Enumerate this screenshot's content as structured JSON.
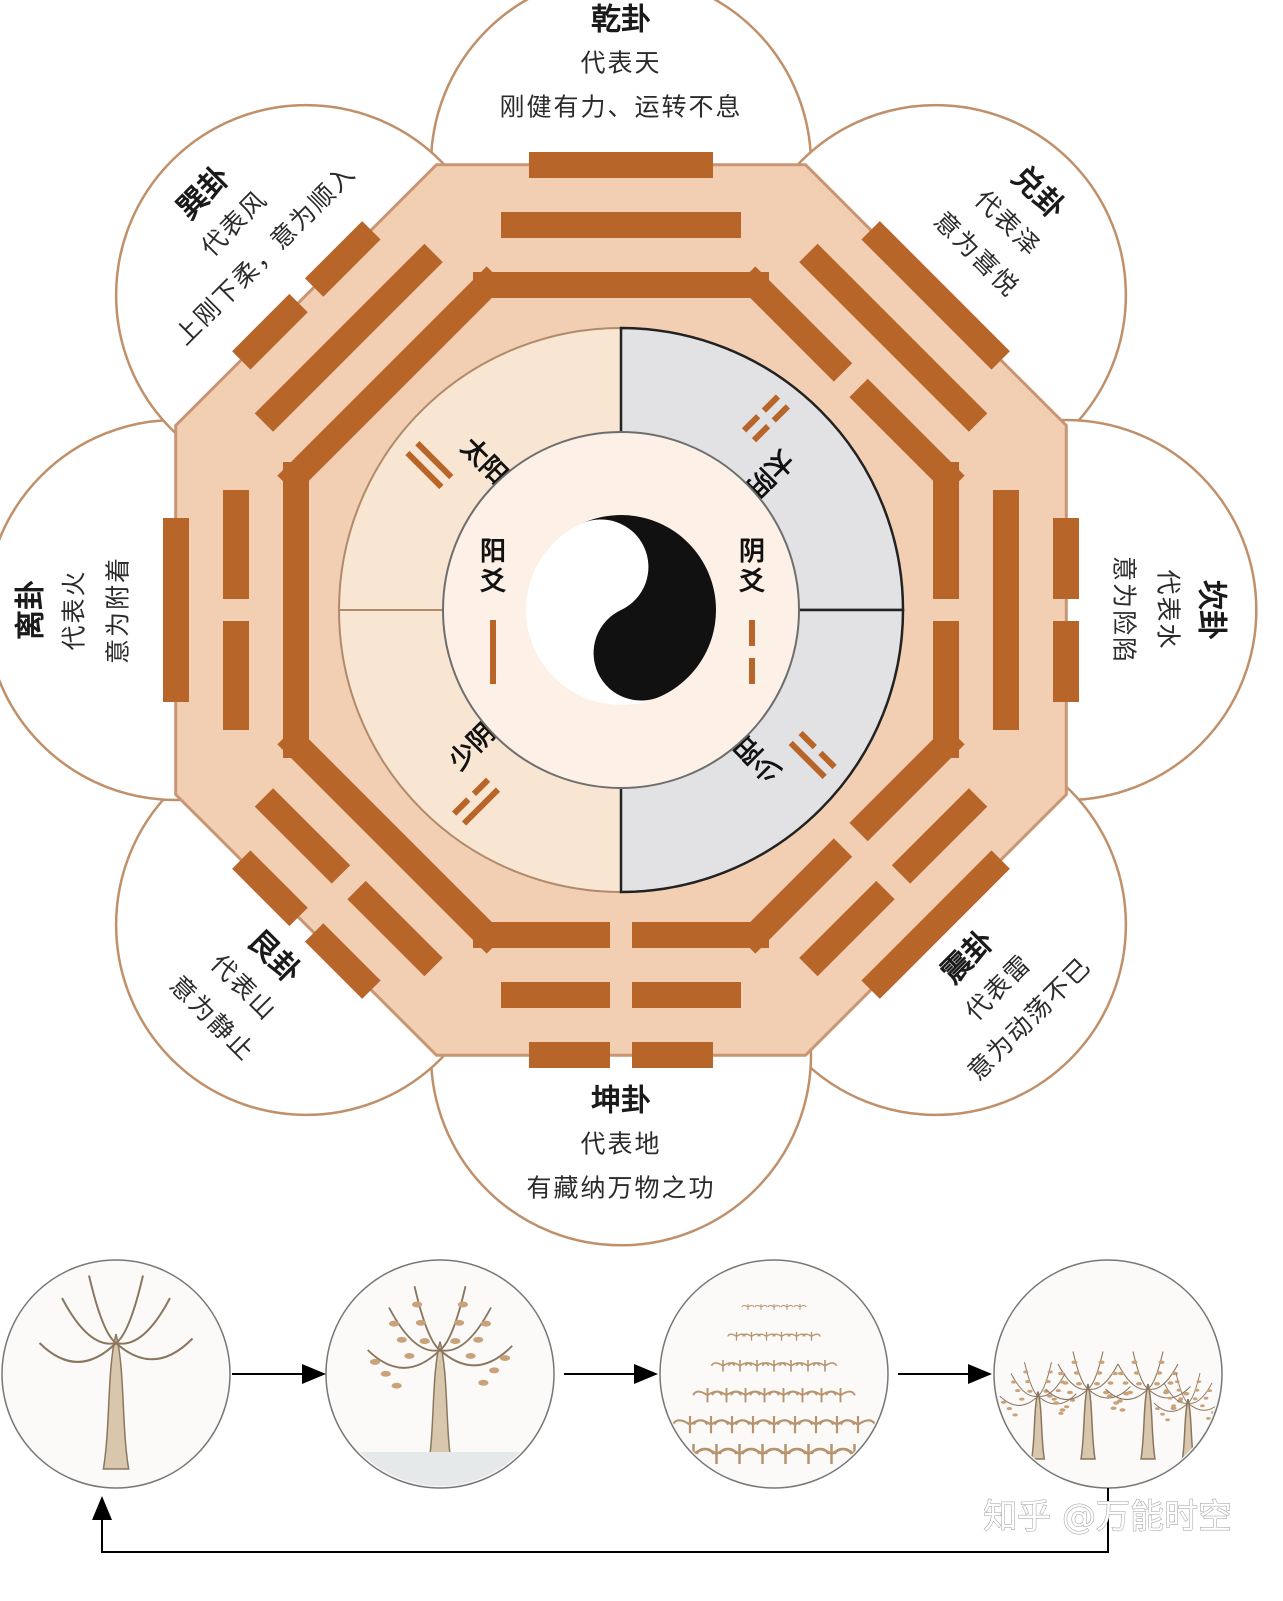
{
  "colors": {
    "octagon_fill": "#f2cfb2",
    "octagon_stroke": "#c89674",
    "bar": "#b8652a",
    "petal_stroke": "#c0906a",
    "yang_sector": "#f8e5d2",
    "yin_sector": "#e2e2e4",
    "inner_disc": "#fdf0e6",
    "arrow": "#000000"
  },
  "trigrams": [
    {
      "id": "qian",
      "name": "乾卦",
      "lines": [
        "代表天",
        "刚健有力、运转不息"
      ],
      "yao": [
        1,
        1,
        1
      ],
      "angle": 0
    },
    {
      "id": "dui",
      "name": "兑卦",
      "lines": [
        "代表泽",
        "意为喜悦"
      ],
      "yao": [
        0,
        1,
        1
      ],
      "angle": 45
    },
    {
      "id": "kan",
      "name": "坎卦",
      "lines": [
        "代表水",
        "意为险陷"
      ],
      "yao": [
        0,
        1,
        0
      ],
      "angle": 90
    },
    {
      "id": "zhen",
      "name": "震卦",
      "lines": [
        "代表雷",
        "意为动荡不已"
      ],
      "yao": [
        0,
        0,
        1
      ],
      "angle": 135
    },
    {
      "id": "kun",
      "name": "坤卦",
      "lines": [
        "代表地",
        "有藏纳万物之功"
      ],
      "yao": [
        0,
        0,
        0
      ],
      "angle": 180
    },
    {
      "id": "gen",
      "name": "艮卦",
      "lines": [
        "代表山",
        "意为静止"
      ],
      "yao": [
        1,
        0,
        0
      ],
      "angle": 225
    },
    {
      "id": "li",
      "name": "离卦",
      "lines": [
        "代表火",
        "意为附着"
      ],
      "yao": [
        1,
        0,
        1
      ],
      "angle": 270
    },
    {
      "id": "xun",
      "name": "巽卦",
      "lines": [
        "代表风",
        "上刚下柔，意为顺入"
      ],
      "yao": [
        1,
        1,
        0
      ],
      "angle": 315
    }
  ],
  "sixiang": [
    {
      "name": "太阳",
      "sector": "yang-top"
    },
    {
      "name": "太阴",
      "sector": "yin-top"
    },
    {
      "name": "少阴",
      "sector": "yang-bottom"
    },
    {
      "name": "少阳",
      "sector": "yin-bottom"
    }
  ],
  "liangyi": {
    "yang": "阳爻",
    "yin": "阴爻"
  },
  "cycle_stages": [
    "bare-tree",
    "fruiting-tree",
    "seedling-field",
    "young-trees"
  ],
  "watermark": "知乎 @万能时空"
}
